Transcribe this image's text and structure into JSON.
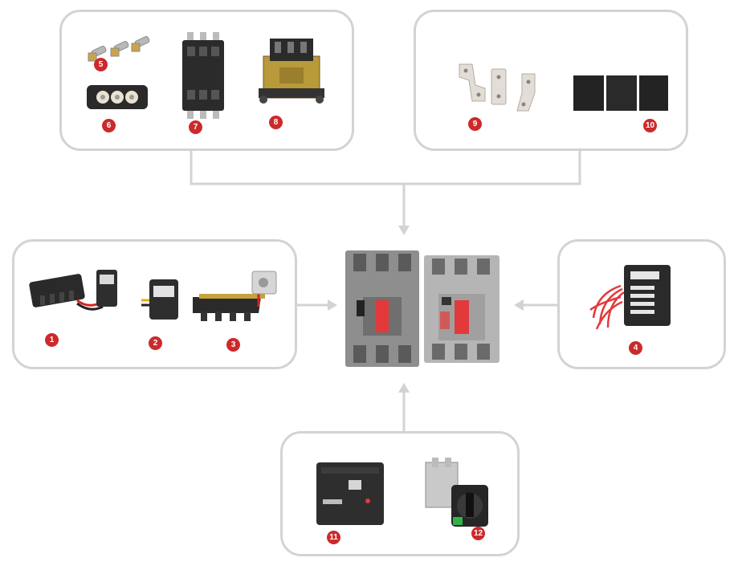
{
  "badges": {
    "b1": "1",
    "b2": "2",
    "b3": "3",
    "b4": "4",
    "b5": "5",
    "b6": "6",
    "b7": "7",
    "b8": "8",
    "b9": "9",
    "b10": "10",
    "b11": "11",
    "b12": "12"
  },
  "colors": {
    "badge": "#cc2a2a",
    "frame": "#d3d3d3",
    "breaker_dark": "#8e8e8e",
    "breaker_light": "#b5b5b5",
    "handle": "#e23a3a"
  }
}
